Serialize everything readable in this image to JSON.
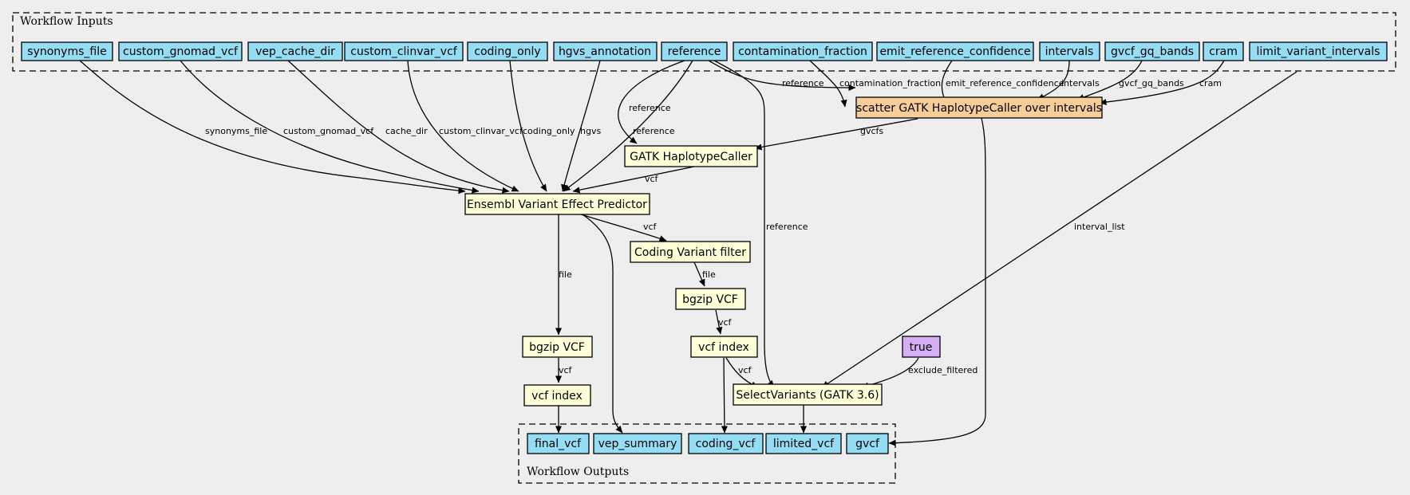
{
  "inputs_cluster": {
    "label": "Workflow Inputs"
  },
  "outputs_cluster": {
    "label": "Workflow Outputs"
  },
  "nodes": {
    "in_synonyms_file": "synonyms_file",
    "in_custom_gnomad_vcf": "custom_gnomad_vcf",
    "in_vep_cache_dir": "vep_cache_dir",
    "in_custom_clinvar_vcf": "custom_clinvar_vcf",
    "in_coding_only": "coding_only",
    "in_hgvs_annotation": "hgvs_annotation",
    "in_reference": "reference",
    "in_contamination_fraction": "contamination_fraction",
    "in_emit_reference_confidence": "emit_reference_confidence",
    "in_intervals": "intervals",
    "in_gvcf_gq_bands": "gvcf_gq_bands",
    "in_cram": "cram",
    "in_limit_variant_intervals": "limit_variant_intervals",
    "scatter": "scatter GATK HaplotypeCaller over intervals",
    "haplotypecaller": "GATK HaplotypeCaller",
    "vep": "Ensembl Variant Effect Predictor",
    "coding_filter": "Coding Variant filter",
    "bgzip_coding": "bgzip VCF",
    "index_coding": "vcf index",
    "bgzip_final": "bgzip VCF",
    "index_final": "vcf index",
    "true_const": "true",
    "select_variants": "SelectVariants (GATK 3.6)",
    "out_final_vcf": "final_vcf",
    "out_vep_summary": "vep_summary",
    "out_coding_vcf": "coding_vcf",
    "out_limited_vcf": "limited_vcf",
    "out_gvcf": "gvcf"
  },
  "edges": {
    "synonyms_file": "synonyms_file",
    "custom_gnomad_vcf": "custom_gnomad_vcf",
    "cache_dir": "cache_dir",
    "custom_clinvar_vcf": "custom_clinvar_vcf",
    "coding_only": "coding_only",
    "hgvs": "hgvs",
    "reference_vep": "reference",
    "reference_hc": "reference",
    "reference_scatter": "reference",
    "reference_select": "reference",
    "contamination_fraction": "contamination_fraction",
    "emit_reference_confidence": "emit_reference_confidence",
    "intervals": "intervals",
    "gvcf_gq_bands": "gvcf_gq_bands",
    "cram": "cram",
    "gvcfs": "gvcfs",
    "vcf_hc_vep": "vcf",
    "vcf_vep_filter": "vcf",
    "file_filter_bgzip": "file",
    "vcf_bgzip_index": "vcf",
    "file_vep_bgzip": "file",
    "vcf_bgzip_index_final": "vcf",
    "vcf_index_select": "vcf",
    "exclude_filtered": "exclude_filtered",
    "interval_list": "interval_list"
  },
  "colors": {
    "background": "#eeeeee",
    "input_output_fill": "#94ddf4",
    "step_fill": "#ffffd8",
    "scatter_fill": "#f7cd9a",
    "constant_fill": "#d6aef6"
  }
}
